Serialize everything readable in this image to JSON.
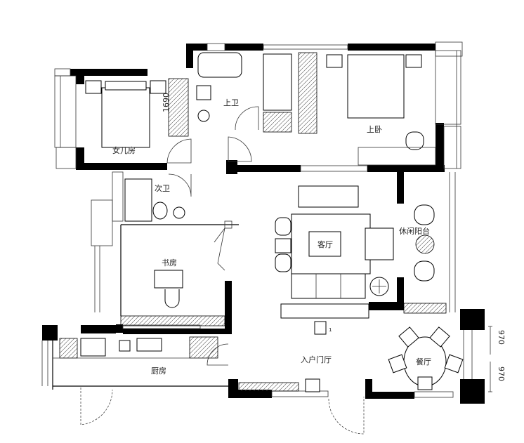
{
  "rooms": {
    "daughter_room": "女儿房",
    "master_bath": "上卫",
    "master_bedroom": "上卧",
    "second_bath": "次卫",
    "living_room": "客厅",
    "leisure_balcony": "休闲阳台",
    "study": "书房",
    "kitchen": "厨房",
    "entrance_hall": "入户门厅",
    "dining_room": "餐厅"
  },
  "dimensions": {
    "wardrobe_length": "1690",
    "window_upper": "970",
    "window_lower": "970"
  },
  "markers": {
    "entry_mark": "1"
  },
  "colors": {
    "wall": "#000000",
    "background": "#ffffff"
  }
}
